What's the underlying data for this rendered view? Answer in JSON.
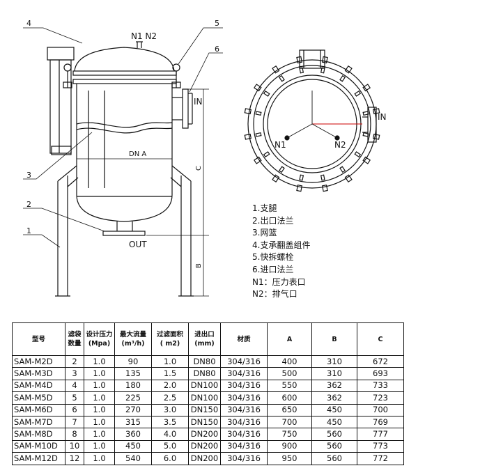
{
  "callouts": {
    "c1": "1",
    "c2": "2",
    "c3": "3",
    "c4": "4",
    "c5": "5",
    "c6": "6"
  },
  "labels": {
    "top_ports": "N1 N2",
    "inlet": "IN",
    "outlet": "OUT",
    "dim_a": "DN  A",
    "dim_b": "B",
    "dim_c": "C",
    "plan_n1": "N1",
    "plan_n2": "N2"
  },
  "legend": [
    "1.支腿",
    "2.出口法兰",
    "3.网篮",
    "4.支承翻盖组件",
    "5.快拆螺栓",
    "6.进口法兰",
    "N1：压力表口",
    "N2：排气口"
  ],
  "table": {
    "headers": [
      "型号",
      "滤袋\n数量",
      "设计压力\n(Mpa)",
      "最大流量\n(m³/h)",
      "过滤面积\n( m2)",
      "进出口\n(mm)",
      "材质",
      "A",
      "B",
      "C"
    ],
    "rows": [
      [
        "SAM-M2D",
        "2",
        "1.0",
        "90",
        "1.0",
        "DN80",
        "304/316",
        "400",
        "310",
        "672"
      ],
      [
        "SAM-M3D",
        "3",
        "1.0",
        "135",
        "1.5",
        "DN80",
        "304/316",
        "500",
        "310",
        "693"
      ],
      [
        "SAM-M4D",
        "4",
        "1.0",
        "180",
        "2.0",
        "DN100",
        "304/316",
        "550",
        "362",
        "733"
      ],
      [
        "SAM-M5D",
        "5",
        "1.0",
        "225",
        "2.5",
        "DN100",
        "304/316",
        "600",
        "362",
        "723"
      ],
      [
        "SAM-M6D",
        "6",
        "1.0",
        "270",
        "3.0",
        "DN150",
        "304/316",
        "650",
        "450",
        "700"
      ],
      [
        "SAM-M7D",
        "7",
        "1.0",
        "315",
        "3.5",
        "DN150",
        "304/316",
        "700",
        "450",
        "769"
      ],
      [
        "SAM-M8D",
        "8",
        "1.0",
        "360",
        "4.0",
        "DN200",
        "304/316",
        "750",
        "560",
        "777"
      ],
      [
        "SAM-M10D",
        "10",
        "1.0",
        "450",
        "5.0",
        "DN200",
        "304/316",
        "900",
        "560",
        "773"
      ],
      [
        "SAM-M12D",
        "12",
        "1.0",
        "540",
        "6.0",
        "DN200",
        "304/316",
        "950",
        "560",
        "772"
      ]
    ]
  }
}
